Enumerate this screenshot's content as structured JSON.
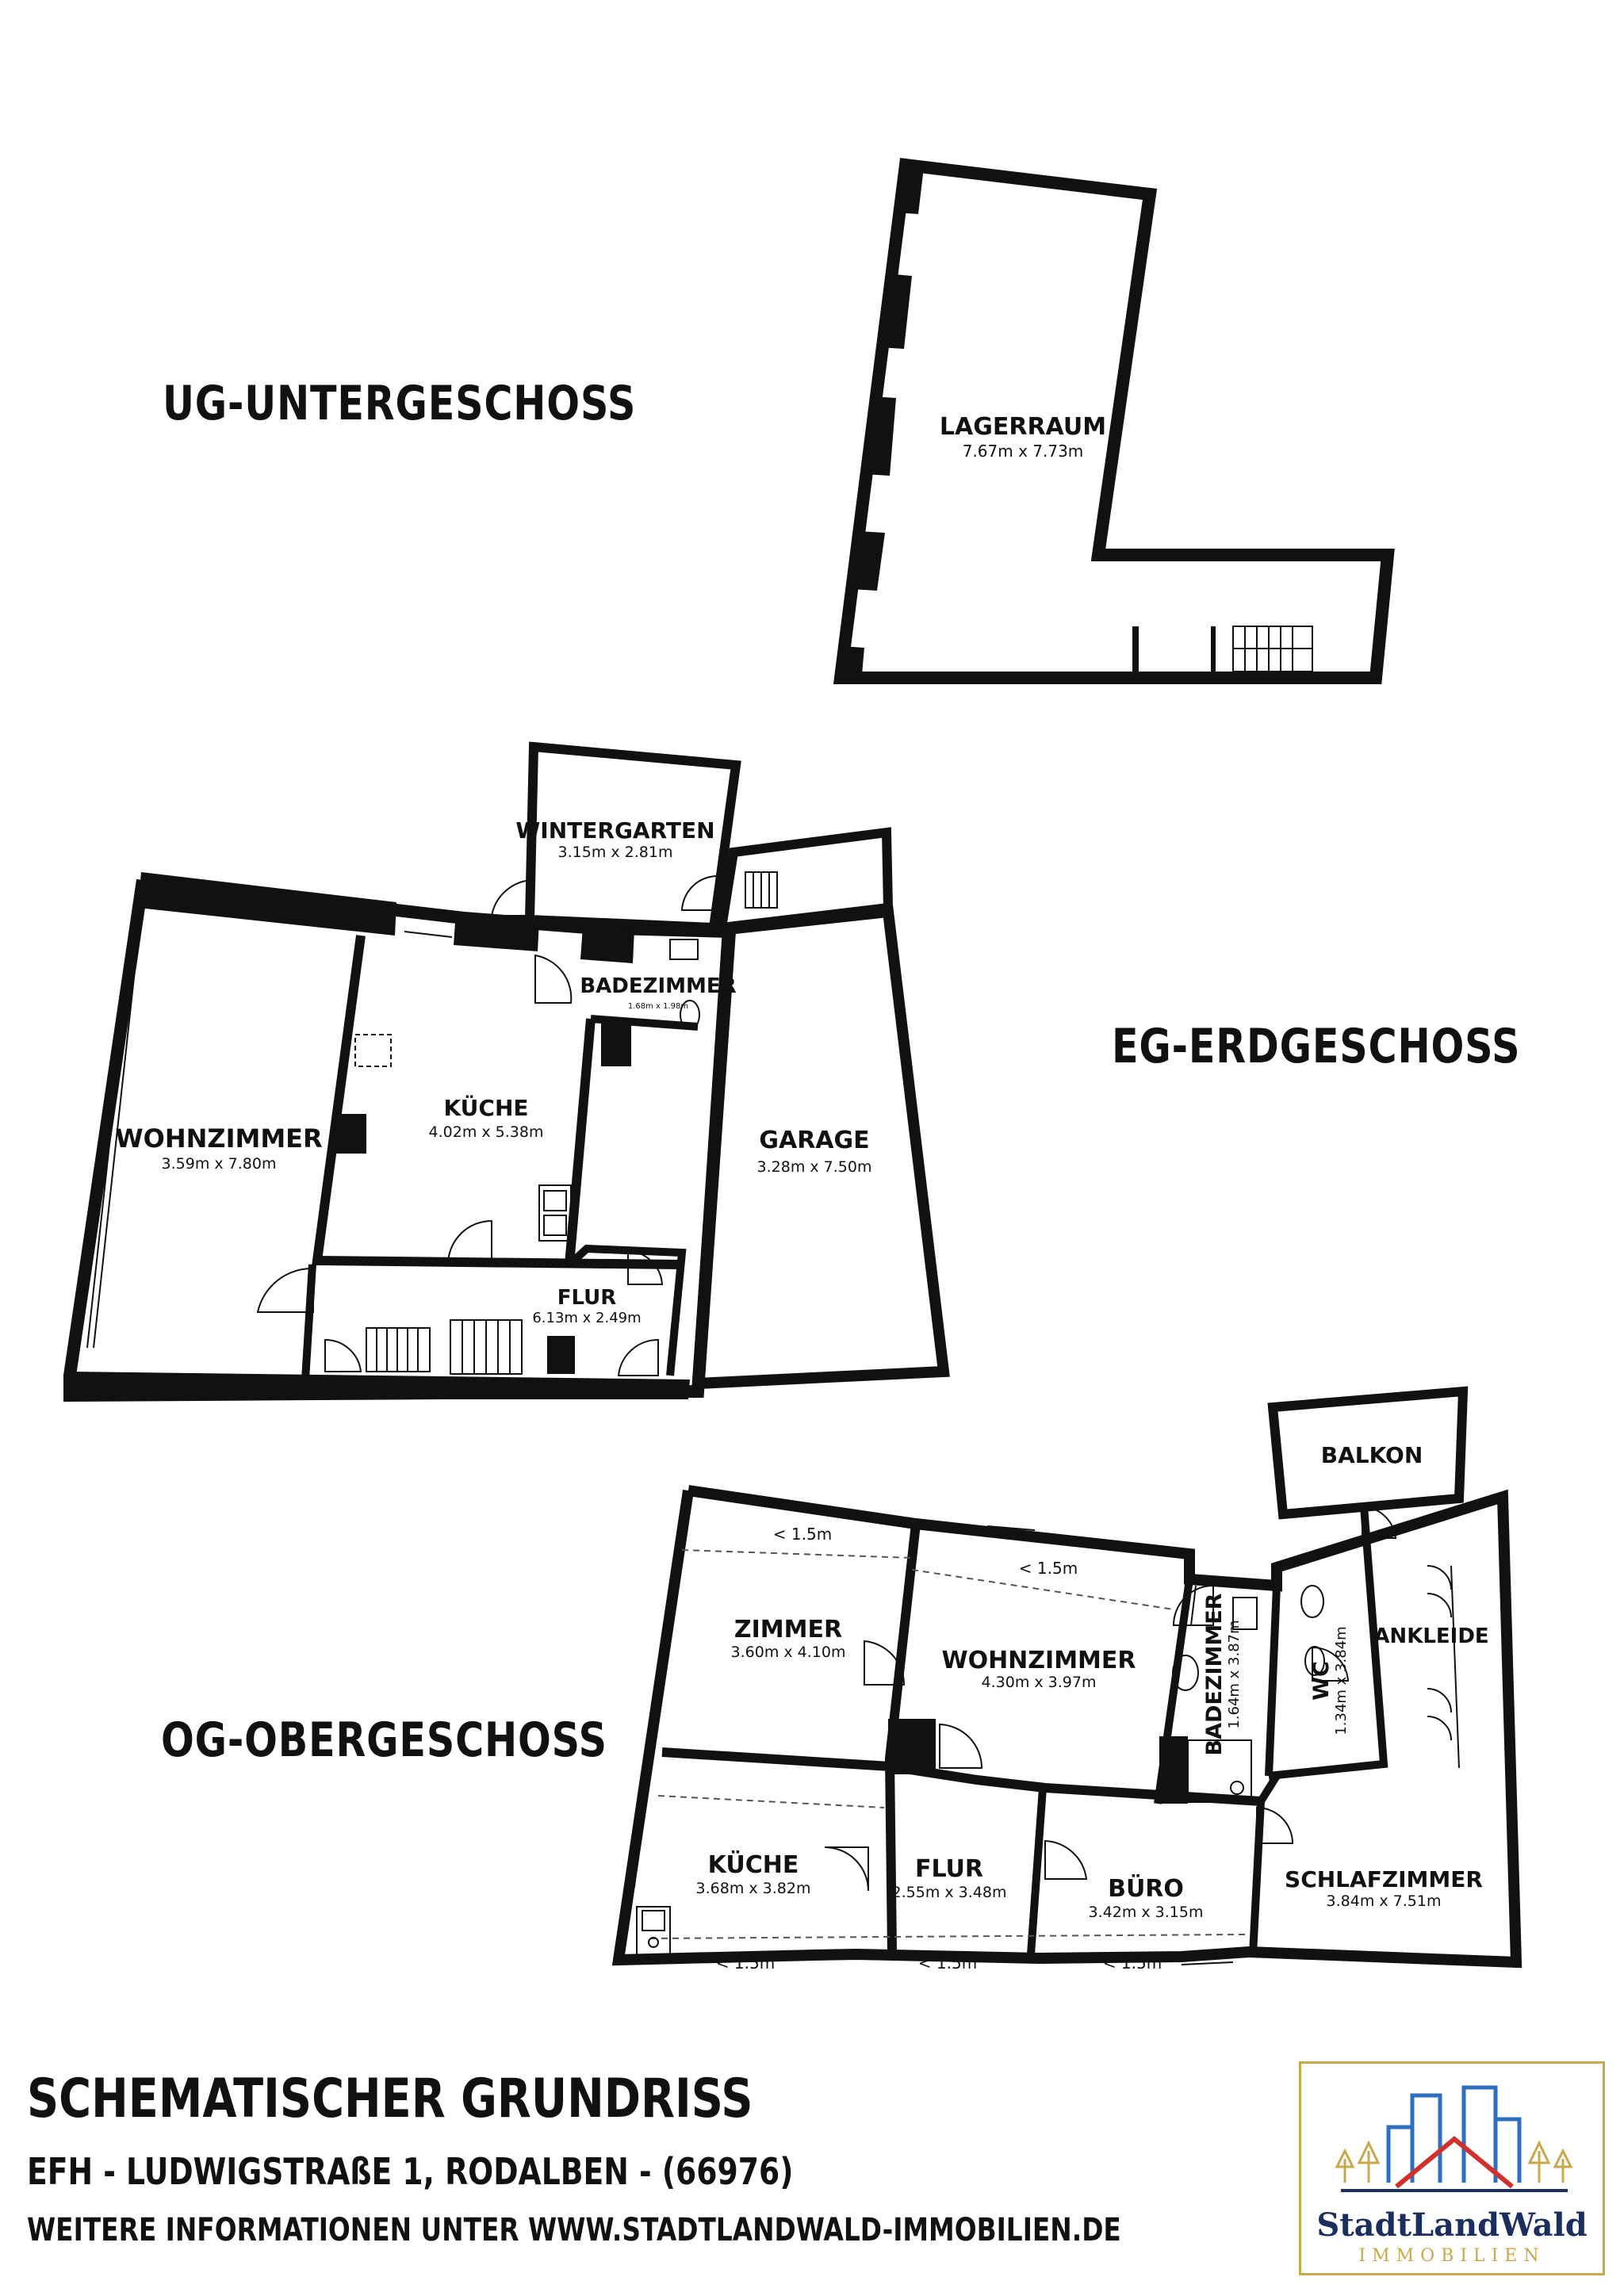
{
  "floors": {
    "ug": {
      "title": "UG-UNTERGESCHOSS"
    },
    "eg": {
      "title": "EG-ERDGESCHOSS"
    },
    "og": {
      "title": "OG-OBERGESCHOSS"
    }
  },
  "rooms": {
    "ug_lagerraum": {
      "name": "LAGERRAUM",
      "dims": "7.67m x 7.73m"
    },
    "eg_wintergarten": {
      "name": "WINTERGARTEN",
      "dims": "3.15m x 2.81m"
    },
    "eg_badezimmer": {
      "name": "BADEZIMMER",
      "dims": "1.68m x 1.98m"
    },
    "eg_wohnzimmer": {
      "name": "WOHNZIMMER",
      "dims": "3.59m x 7.80m"
    },
    "eg_kueche": {
      "name": "KÜCHE",
      "dims": "4.02m x 5.38m"
    },
    "eg_garage": {
      "name": "GARAGE",
      "dims": "3.28m x 7.50m"
    },
    "eg_flur": {
      "name": "FLUR",
      "dims": "6.13m x 2.49m"
    },
    "og_balkon": {
      "name": "BALKON",
      "dims": ""
    },
    "og_zimmer": {
      "name": "ZIMMER",
      "dims": "3.60m x 4.10m"
    },
    "og_wohnzimmer": {
      "name": "WOHNZIMMER",
      "dims": "4.30m x 3.97m"
    },
    "og_badezimmer": {
      "name": "BADEZIMMER",
      "dims": "1.64m x 3.87m"
    },
    "og_wc": {
      "name": "WC",
      "dims": "1.34m x 3.84m"
    },
    "og_ankleide": {
      "name": "ANKLEIDE",
      "dims": ""
    },
    "og_kueche": {
      "name": "KÜCHE",
      "dims": "3.68m x 3.82m"
    },
    "og_flur": {
      "name": "FLUR",
      "dims": "2.55m x 3.48m"
    },
    "og_buero": {
      "name": "BÜRO",
      "dims": "3.42m x 3.15m"
    },
    "og_schlafzimmer": {
      "name": "SCHLAFZIMMER",
      "dims": "3.84m x 7.51m"
    }
  },
  "ceiling_hints": {
    "zimmer": "< 1.5m",
    "wohnzimmer": "< 1.5m",
    "kueche": "< 1.5m",
    "flur": "< 1.5m",
    "buero": "< 1.5m"
  },
  "footer": {
    "title": "SCHEMATISCHER GRUNDRISS",
    "address": "EFH - LUDWIGSTRAßE 1, RODALBEN - (66976)",
    "info": "WEITERE INFORMATIONEN UNTER WWW.STADTLANDWALD-IMMOBILIEN.DE"
  },
  "logo": {
    "name": "StadtLandWald",
    "subtitle": "IMMOBILIEN",
    "colors": {
      "gold": "#c9a84c",
      "navy": "#1b2f5e",
      "blue": "#2f6fc2",
      "red": "#d0312d"
    }
  },
  "colors": {
    "wall": "#111111",
    "window": "#ffffff",
    "line": "#222222"
  }
}
